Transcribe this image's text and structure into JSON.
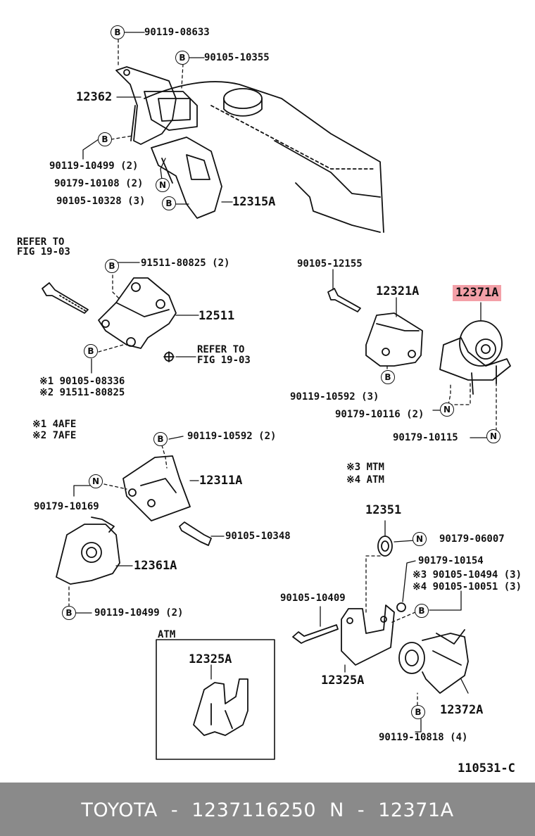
{
  "parts": {
    "b1": "90119-08633",
    "b2": "90105-10355",
    "p12362": "12362",
    "b3": "90119-10499 (2)",
    "n1": "90179-10108 (2)",
    "b4": "90105-10328 (3)",
    "p12315a": "12315A",
    "refer1a": "REFER TO",
    "refer1b": "FIG 19-03",
    "p91511": "91511-80825 (2)",
    "p12511": "12511",
    "refer2a": "REFER TO",
    "refer2b": "FIG 19-03",
    "star1": "※1 90105-08336",
    "star2": "※2 91511-80825",
    "note1": "※1 4AFE",
    "note2": "※2 7AFE",
    "p90105_12155": "90105-12155",
    "p12321a": "12321A",
    "p12371a": "12371A",
    "p90119_10592_3": "90119-10592 (3)",
    "p90179_10116": "90179-10116 (2)",
    "p90179_10115": "90179-10115",
    "p90119_10592_2": "90119-10592 (2)",
    "p12311a": "12311A",
    "p90179_10169": "90179-10169",
    "p90105_10348": "90105-10348",
    "p12361a": "12361A",
    "p90119_10499_2b": "90119-10499 (2)",
    "note3": "※3 MTM",
    "note4": "※4 ATM",
    "p12351": "12351",
    "p90179_06007": "90179-06007",
    "p90179_10154": "90179-10154",
    "star3": "※3 90105-10494 (3)",
    "star4": "※4 90105-10051 (3)",
    "p90105_10409": "90105-10409",
    "p12325a": "12325A",
    "p12372a": "12372A",
    "p90119_10818": "90119-10818 (4)",
    "atm_title": "ATM",
    "atm_part": "12325A",
    "fig_code": "110531-C"
  },
  "tags": {
    "b": "B",
    "n": "N"
  },
  "footer": {
    "text": "TOYOTA - 1237116250    N - 12371A"
  },
  "colors": {
    "highlight": "#f3a0a8",
    "footer_bg": "#8a8a8a"
  }
}
